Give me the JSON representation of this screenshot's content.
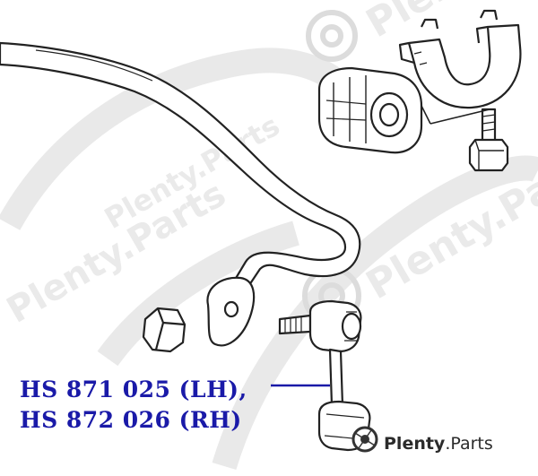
{
  "part_numbers": {
    "lh": "HS 871 025 (LH),",
    "rh": "HS 872 026 (RH)"
  },
  "watermark": {
    "brand": "Plenty",
    "suffix": ".Parts",
    "faint_1": "Plenty.Parts",
    "faint_2": "Plenty.Parts",
    "faint_3": "Plenty.Parts",
    "faint_4": "Plenty.Parts"
  },
  "colors": {
    "label_blue": "#1a1aa8",
    "line_art": "#222222",
    "watermark_gray": "#d9d9d9"
  }
}
